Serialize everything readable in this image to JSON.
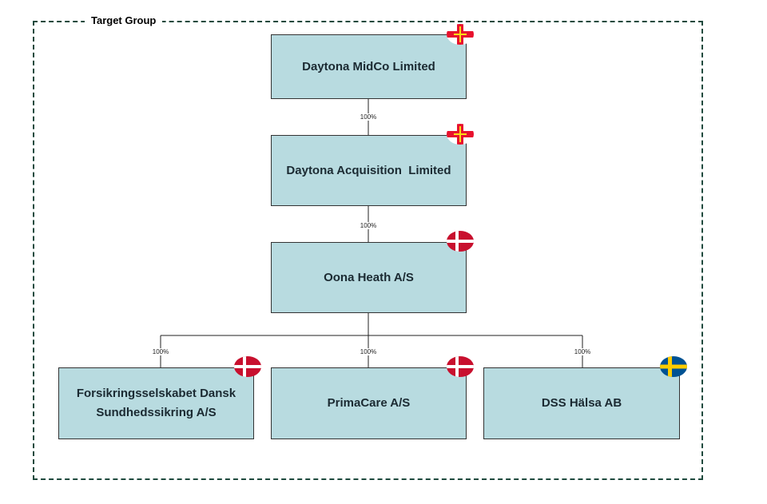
{
  "group_label": "Target Group",
  "entities": {
    "midco": {
      "name": "Daytona MidCo Limited",
      "flag": "guernsey-flag-icon"
    },
    "acquisition": {
      "name": "Daytona Acquisition  Limited",
      "flag": "guernsey-flag-icon"
    },
    "oona": {
      "name": "Oona Heath A/S",
      "flag": "denmark-flag-icon"
    },
    "forsikring": {
      "name_line1": "Forsikringsselskabet Dansk",
      "name_line2": "Sundhedssikring A/S",
      "flag": "denmark-flag-icon"
    },
    "primacare": {
      "name": "PrimaCare A/S",
      "flag": "denmark-flag-icon"
    },
    "dss": {
      "name": "DSS Hälsa AB",
      "flag": "sweden-flag-icon"
    }
  },
  "ownership": {
    "midco_to_acquisition": "100%",
    "acquisition_to_oona": "100%",
    "oona_to_forsikring": "100%",
    "oona_to_primacare": "100%",
    "oona_to_dss": "100%"
  },
  "colors": {
    "box_fill": "#b8dbe0",
    "frame_border": "#1f4a3e",
    "denmark_red": "#c8102e",
    "sweden_blue": "#005293",
    "sweden_yellow": "#fecc00",
    "guernsey_red": "#e8112d",
    "guernsey_yellow": "#f9dd16"
  }
}
